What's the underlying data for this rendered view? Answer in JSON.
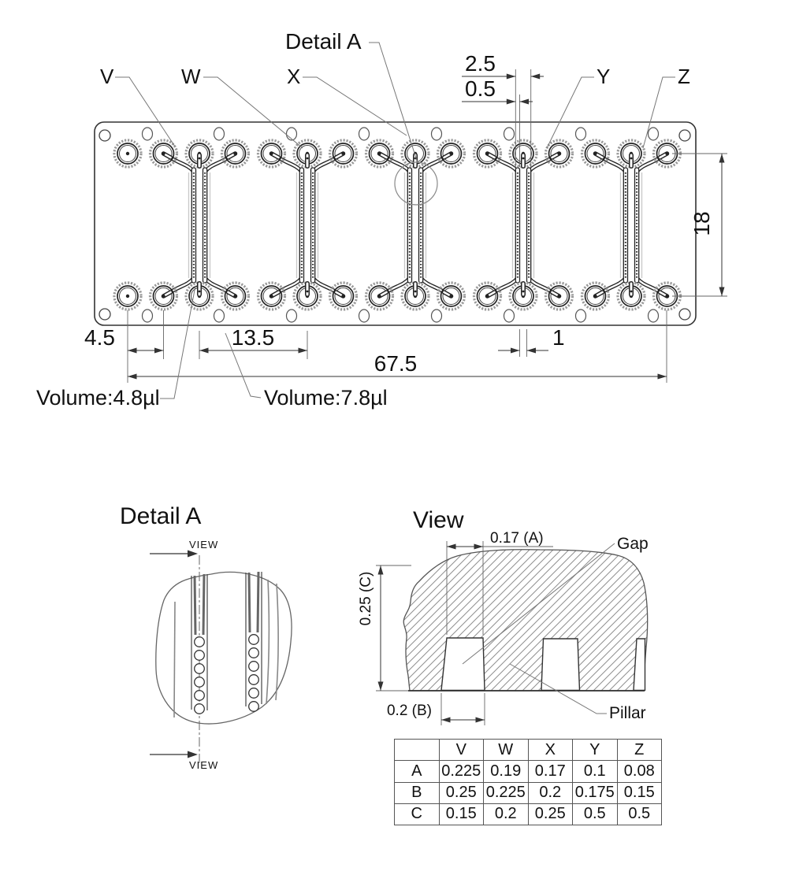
{
  "plate": {
    "channel_labels": [
      "V",
      "W",
      "X",
      "Y",
      "Z"
    ],
    "detail_callout": "Detail A",
    "dims": {
      "pair_outer": "2.5",
      "channel_width": "0.5",
      "row_spacing": "18",
      "first_pitch": "4.5",
      "unit_pitch": "13.5",
      "inner_gap": "1",
      "total_length": "67.5"
    },
    "volume_labels": [
      "Volume:4.8µl",
      "Volume:7.8µl"
    ]
  },
  "detail_a": {
    "title": "Detail A",
    "view_top": "VIEW",
    "view_bottom": "VIEW"
  },
  "view": {
    "title": "View",
    "dim_a": "0.17 (A)",
    "dim_b": "0.2 (B)",
    "dim_c": "0.25 (C)",
    "gap": "Gap",
    "pillar": "Pillar"
  },
  "table": {
    "col_headers": [
      "",
      "V",
      "W",
      "X",
      "Y",
      "Z"
    ],
    "rows": [
      [
        "A",
        "0.225",
        "0.19",
        "0.17",
        "0.1",
        "0.08"
      ],
      [
        "B",
        "0.25",
        "0.225",
        "0.2",
        "0.175",
        "0.15"
      ],
      [
        "C",
        "0.15",
        "0.2",
        "0.25",
        "0.5",
        "0.5"
      ]
    ]
  }
}
